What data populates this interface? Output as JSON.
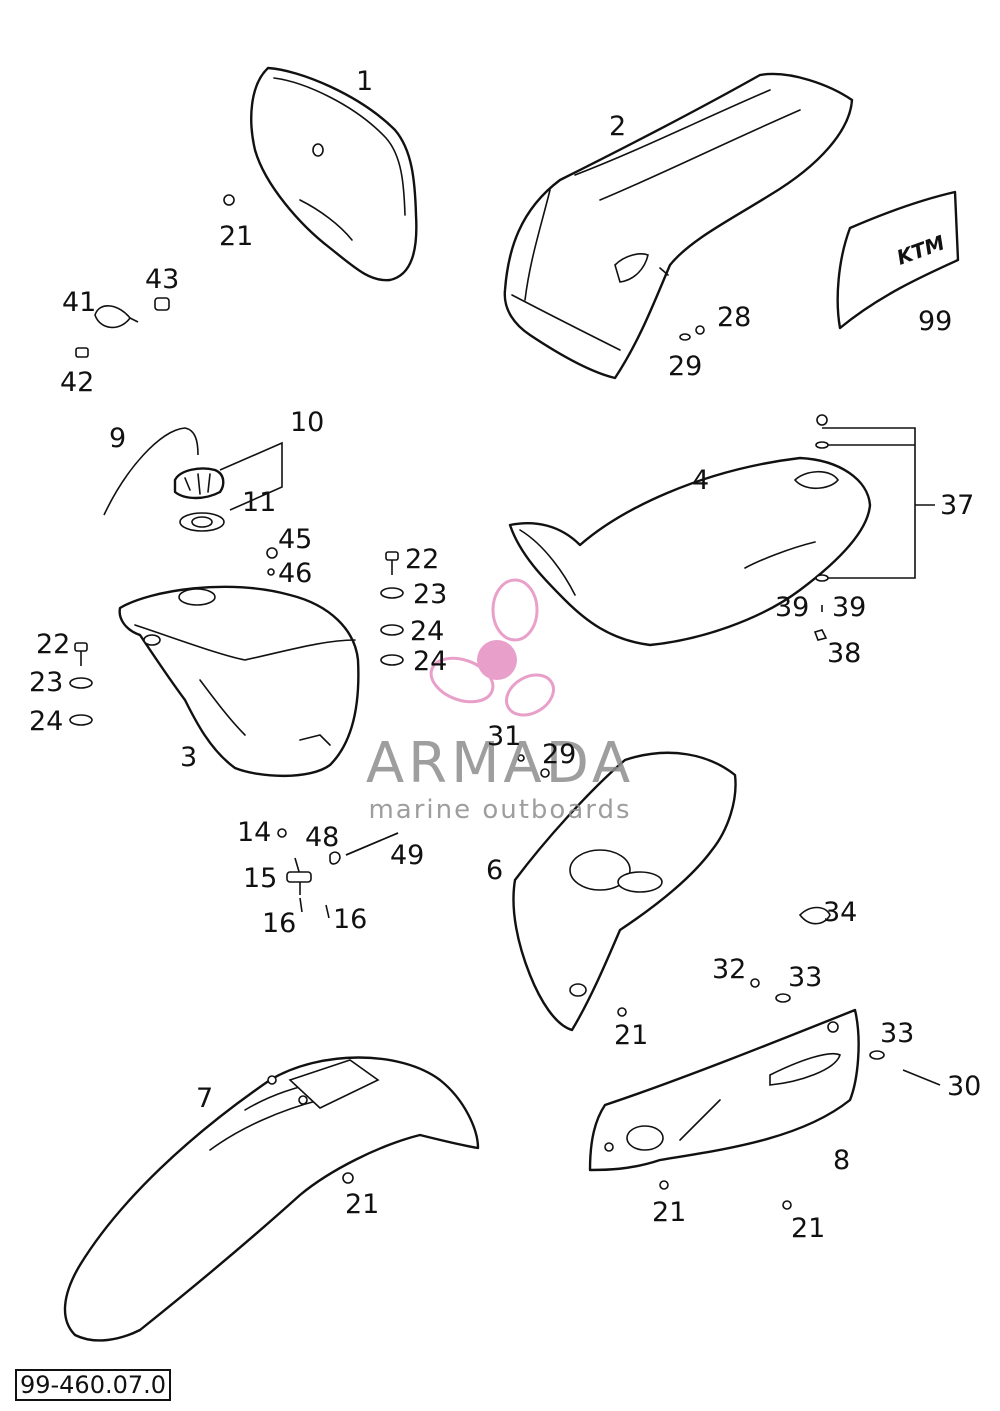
{
  "diagram": {
    "reference_number": "99-460.07.0",
    "callouts": {
      "c1": "1",
      "c2": "2",
      "c3": "3",
      "c4": "4",
      "c6": "6",
      "c7": "7",
      "c8": "8",
      "c9": "9",
      "c10": "10",
      "c11": "11",
      "c14": "14",
      "c15": "15",
      "c16a": "16",
      "c16b": "16",
      "c21a": "21",
      "c21b": "21",
      "c21c": "21",
      "c21d": "21",
      "c21e": "21",
      "c22a": "22",
      "c22b": "22",
      "c23a": "23",
      "c23b": "23",
      "c24a": "24",
      "c24b": "24",
      "c24c": "24",
      "c28": "28",
      "c29a": "29",
      "c29b": "29",
      "c30": "30",
      "c31": "31",
      "c32": "32",
      "c33a": "33",
      "c33b": "33",
      "c34": "34",
      "c37": "37",
      "c38": "38",
      "c39a": "39",
      "c39b": "39",
      "c41": "41",
      "c42": "42",
      "c43": "43",
      "c45": "45",
      "c46": "46",
      "c48": "48",
      "c49": "49",
      "c99": "99"
    }
  },
  "watermark": {
    "brand": "ARMADA",
    "tagline": "marine outboards",
    "logo_color": "#e58fc0",
    "text_color": "#8e8e8e"
  },
  "decal_logo_text": "KTM"
}
